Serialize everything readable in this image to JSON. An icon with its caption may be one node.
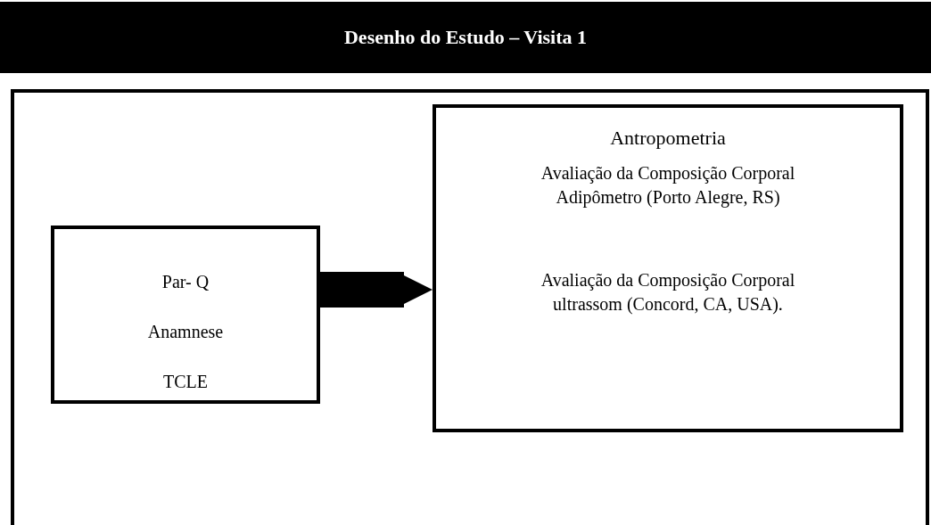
{
  "diagram": {
    "title": "Desenho do Estudo – Visita 1",
    "nodes": [
      {
        "text": [],
        "shape": "box"
      },
      {
        "text": [
          "Par- Q",
          "Anamnese",
          "TCLE"
        ],
        "in": 0
      },
      {
        "text": [
          "Antropometria",
          "Avaliação da Composição Corporal Adipômetro (Porto Alegre, RS)",
          "Avaliação da Composição Corporal ultrassom (Concord, CA, USA)."
        ],
        "in": 0
      }
    ],
    "edges": [
      {
        "from": 1,
        "to": 2,
        "arrow": "to"
      }
    ]
  }
}
